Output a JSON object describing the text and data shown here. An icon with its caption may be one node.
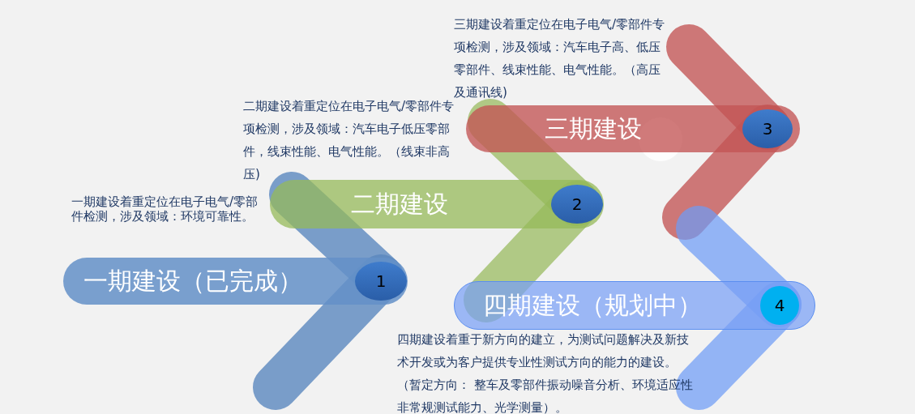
{
  "diagram": {
    "nodes": [
      {
        "text": [
          "一期建设（已完成）"
        ],
        "beside": [
          "一期建设着重定位在电子电气/零部件检测，涉及领域：环境可靠性。"
        ]
      },
      {
        "text": [
          "1"
        ],
        "in": 0
      },
      {
        "text": [
          "二期建设"
        ],
        "beside": [
          "二期建设着重定位在电子电气/零部件专项检测，涉及领域：汽车电子低压零部件，线束性能、电气性能。（线束非高压)"
        ]
      },
      {
        "text": [
          "2"
        ],
        "in": 2
      },
      {
        "text": [
          "三期建设"
        ],
        "beside": [
          "三期建设着重定位在电子电气/零部件专项检测，涉及领域：汽车电子高、低压零部件、线束性能、电气性能。（高压及通讯线)"
        ]
      },
      {
        "text": [
          "3"
        ],
        "in": 4
      },
      {
        "text": [
          "四期建设（规划中）"
        ],
        "beside": [
          "四期建设着重于新方向的建立，为测试问题解决及新技术开发或为客户提供专业性测试方向的能力的建设。（暂定方向： 整车及零部件振动噪音分析、环境适应性非常规测试能力、光学测量）。"
        ]
      },
      {
        "text": [
          "4"
        ],
        "in": 6
      }
    ]
  }
}
